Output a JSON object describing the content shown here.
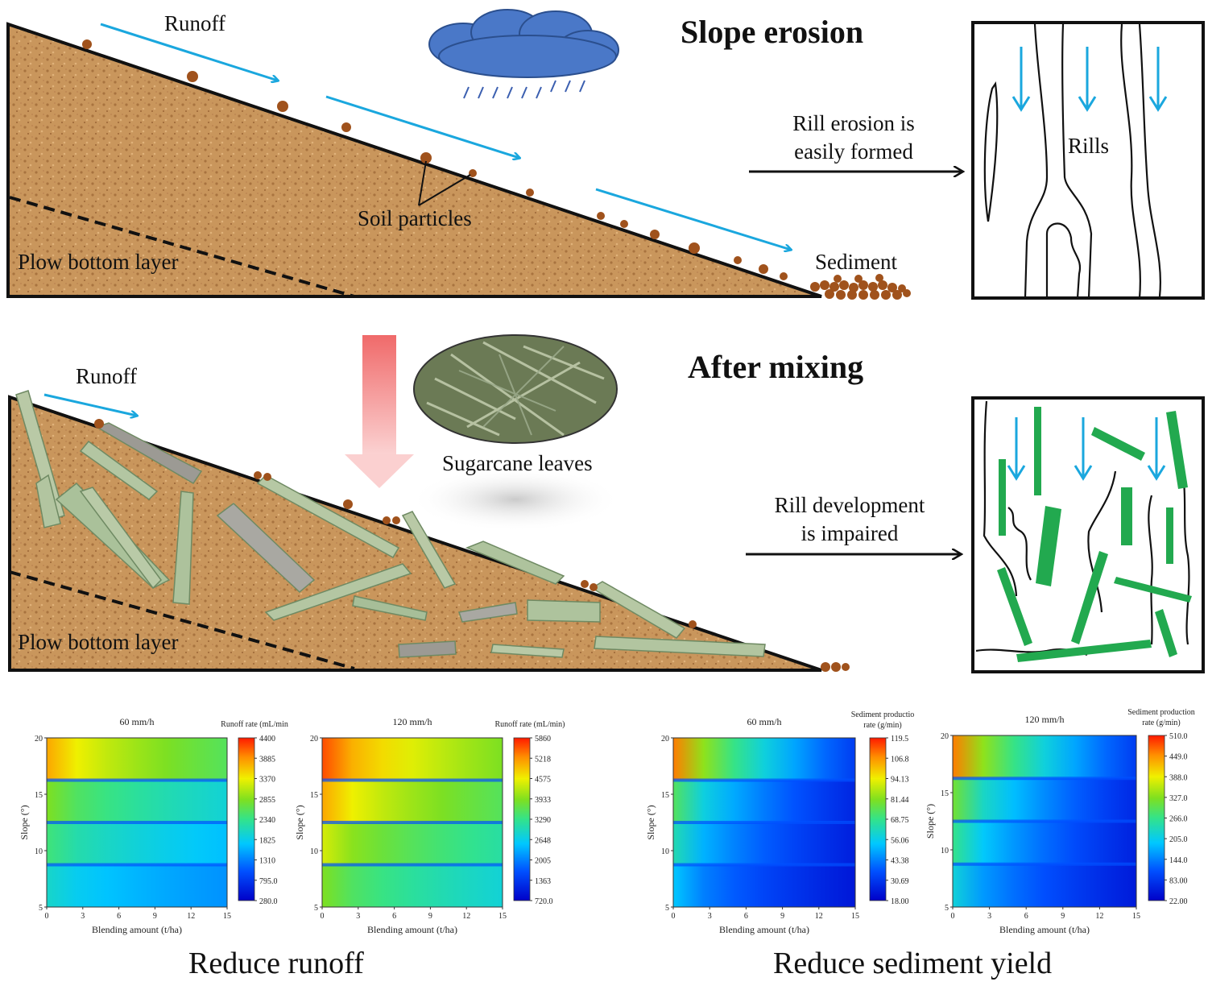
{
  "top": {
    "title": "Slope erosion",
    "runoff_label": "Runoff",
    "soil_particles_label": "Soil particles",
    "plow_layer_label": "Plow bottom layer",
    "sediment_label": "Sediment",
    "rill_note_line1": "Rill erosion is",
    "rill_note_line2": "easily formed",
    "rills_label": "Rills"
  },
  "middle": {
    "title": "After mixing",
    "runoff_label": "Runoff",
    "plow_layer_label": "Plow bottom layer",
    "sugarcane_label": "Sugarcane leaves",
    "rill_note_line1": "Rill development",
    "rill_note_line2": "is impaired"
  },
  "captions": {
    "left": "Reduce runoff",
    "right": "Reduce sediment yield"
  },
  "colors": {
    "soil": "#c9965c",
    "arrow_blue": "#1aa7de",
    "leaf_green": "#22a94f",
    "cloud": "#4a78c8",
    "transfer_arrow": "#f08080"
  },
  "chart_data": [
    {
      "type": "heatmap",
      "title": "60 mm/h",
      "xlabel": "Blending amount (t/ha)",
      "ylabel": "Slope (°)",
      "x_ticks": [
        "0",
        "3",
        "6",
        "9",
        "12",
        "15"
      ],
      "y_ticks": [
        "5",
        "10",
        "15",
        "20"
      ],
      "colorbar_title": "Runoff rate (mL/min",
      "colorbar_ticks": [
        "4400",
        "3885",
        "3370",
        "2855",
        "2340",
        "1825",
        "1310",
        "795.0",
        "280.0"
      ],
      "xlim": [
        0,
        15
      ],
      "ylim": [
        5,
        20
      ]
    },
    {
      "type": "heatmap",
      "title": "120 mm/h",
      "xlabel": "Blending amount (t/ha)",
      "ylabel": "Slope (°)",
      "x_ticks": [
        "0",
        "3",
        "6",
        "9",
        "12",
        "15"
      ],
      "y_ticks": [
        "5",
        "10",
        "15",
        "20"
      ],
      "colorbar_title": "Runoff rate (mL/min)",
      "colorbar_ticks": [
        "5860",
        "5218",
        "4575",
        "3933",
        "3290",
        "2648",
        "2005",
        "1363",
        "720.0"
      ],
      "xlim": [
        0,
        15
      ],
      "ylim": [
        5,
        20
      ]
    },
    {
      "type": "heatmap",
      "title": "60 mm/h",
      "xlabel": "Blending amount (t/ha)",
      "ylabel": "Slope (°)",
      "x_ticks": [
        "0",
        "3",
        "6",
        "9",
        "12",
        "15"
      ],
      "y_ticks": [
        "5",
        "10",
        "15",
        "20"
      ],
      "colorbar_title": "Sediment productio",
      "colorbar_title2": "rate (g/min)",
      "colorbar_ticks": [
        "119.5",
        "106.8",
        "94.13",
        "81.44",
        "68.75",
        "56.06",
        "43.38",
        "30.69",
        "18.00"
      ],
      "xlim": [
        0,
        15
      ],
      "ylim": [
        5,
        20
      ]
    },
    {
      "type": "heatmap",
      "title": "120 mm/h",
      "xlabel": "Blending amount (t/ha)",
      "ylabel": "Slope (°)",
      "x_ticks": [
        "0",
        "3",
        "6",
        "9",
        "12",
        "15"
      ],
      "y_ticks": [
        "5",
        "10",
        "15",
        "20"
      ],
      "colorbar_title": "Sediment production",
      "colorbar_title2": "rate (g/min)",
      "colorbar_ticks": [
        "510.0",
        "449.0",
        "388.0",
        "327.0",
        "266.0",
        "205.0",
        "144.0",
        "83.00",
        "22.00"
      ],
      "xlim": [
        0,
        15
      ],
      "ylim": [
        5,
        20
      ]
    }
  ]
}
